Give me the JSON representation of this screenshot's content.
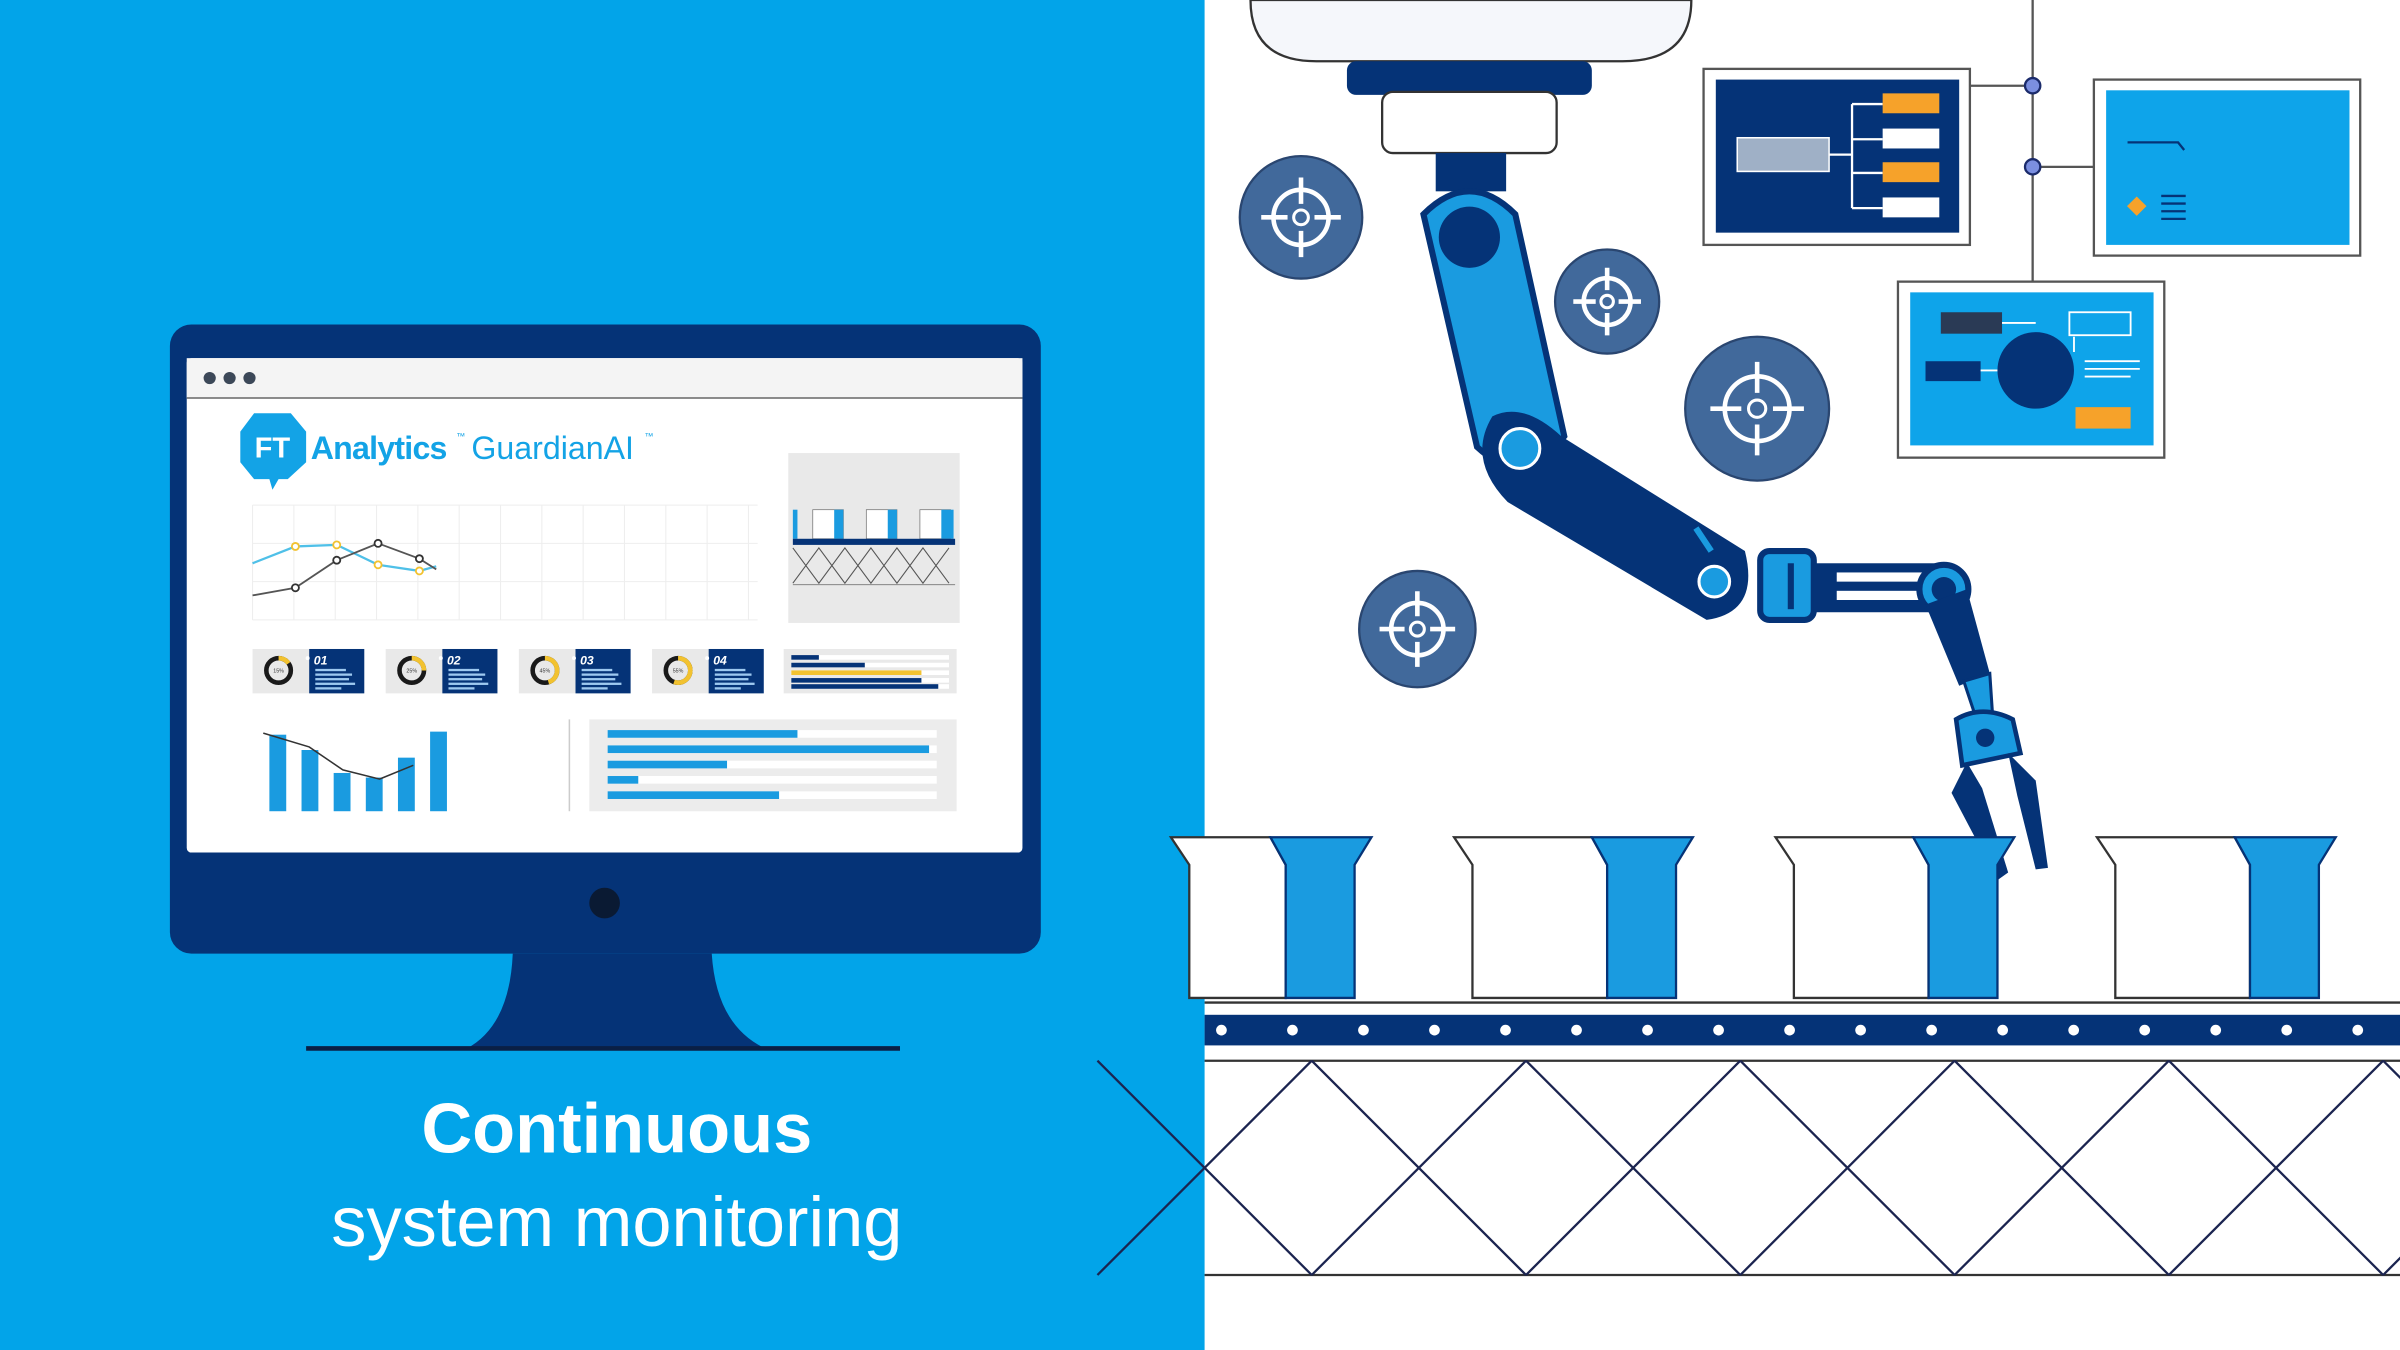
{
  "headline": {
    "bold": "Continuous",
    "light": "system monitoring"
  },
  "dashboard": {
    "logo": {
      "mark": "FT",
      "brand": "Analytics",
      "product": "GuardianAI",
      "tm": "™"
    },
    "gauges": [
      {
        "id": "01",
        "percent": "15%",
        "fraction": 0.15
      },
      {
        "id": "02",
        "percent": "25%",
        "fraction": 0.25
      },
      {
        "id": "03",
        "percent": "45%",
        "fraction": 0.45
      },
      {
        "id": "04",
        "percent": "55%",
        "fraction": 0.55
      }
    ]
  },
  "colors": {
    "sky": "#02a4e9",
    "navy": "#053377",
    "accent": "#f6a22a",
    "yellow": "#f2c230",
    "target": "#41699b"
  },
  "icons": [
    "window-dots-icon",
    "target-icon",
    "robot-arm-icon",
    "conveyor-icon"
  ]
}
